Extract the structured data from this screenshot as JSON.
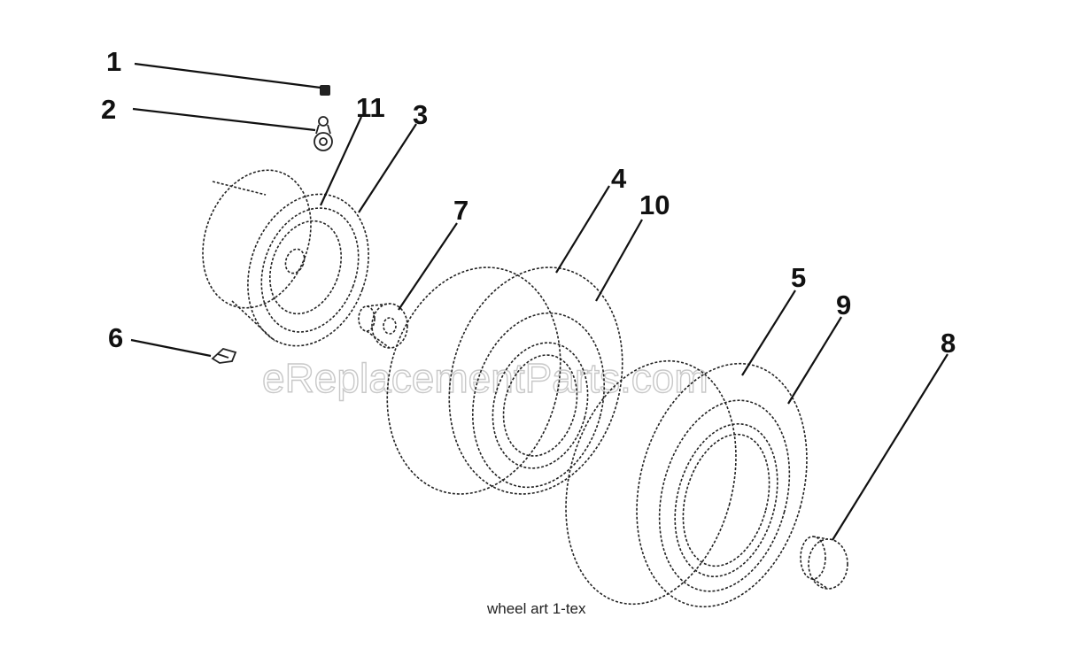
{
  "diagram": {
    "caption": "wheel art 1-tex",
    "watermark": "eReplacementParts.com",
    "callouts": [
      {
        "label": "1"
      },
      {
        "label": "2"
      },
      {
        "label": "11"
      },
      {
        "label": "3"
      },
      {
        "label": "7"
      },
      {
        "label": "4"
      },
      {
        "label": "10"
      },
      {
        "label": "6"
      },
      {
        "label": "5"
      },
      {
        "label": "9"
      },
      {
        "label": "8"
      }
    ]
  }
}
